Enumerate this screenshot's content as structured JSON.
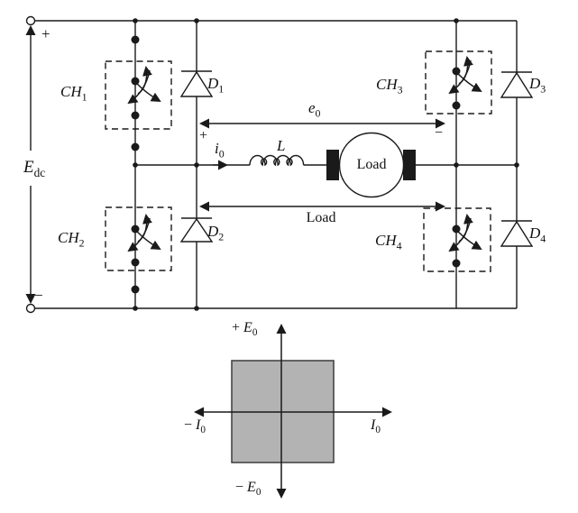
{
  "colors": {
    "line": "#1a1a1a",
    "background": "#ffffff",
    "quadrant_fill": "#b3b3b3",
    "quadrant_stroke": "#454545"
  },
  "circuit": {
    "source": {
      "positive_terminal": "+",
      "negative_terminal": "−",
      "label": {
        "main": "E",
        "sub": "dc"
      }
    },
    "choppers": [
      {
        "label": {
          "main": "CH",
          "sub": "1"
        }
      },
      {
        "label": {
          "main": "CH",
          "sub": "2"
        }
      },
      {
        "label": {
          "main": "CH",
          "sub": "3"
        }
      },
      {
        "label": {
          "main": "CH",
          "sub": "4"
        }
      }
    ],
    "diodes": [
      {
        "label": {
          "main": "D",
          "sub": "1"
        }
      },
      {
        "label": {
          "main": "D",
          "sub": "2"
        }
      },
      {
        "label": {
          "main": "D",
          "sub": "3"
        }
      },
      {
        "label": {
          "main": "D",
          "sub": "4"
        }
      }
    ],
    "inductor": {
      "label": {
        "main": "L",
        "sub": ""
      }
    },
    "output_current": {
      "label": {
        "main": "i",
        "sub": "0"
      }
    },
    "output_voltage": {
      "label": {
        "main": "e",
        "sub": "0"
      },
      "positive_mark": "+",
      "negative_mark": "−"
    },
    "motor": {
      "label": "Load"
    },
    "load_span": {
      "label": "Load"
    }
  },
  "quadrant_chart": {
    "type": "area",
    "y_axis": {
      "positive": {
        "prefix": "+ ",
        "main": "E",
        "sub": "0"
      },
      "negative": {
        "prefix": "− ",
        "main": "E",
        "sub": "0"
      }
    },
    "x_axis": {
      "positive": {
        "prefix": "",
        "main": "I",
        "sub": "0"
      },
      "negative": {
        "prefix": "− ",
        "main": "I",
        "sub": "0"
      }
    },
    "shaded_region": {
      "shape": "square",
      "quadrants": [
        1,
        2,
        3,
        4
      ],
      "fill": "#b3b3b3"
    }
  }
}
